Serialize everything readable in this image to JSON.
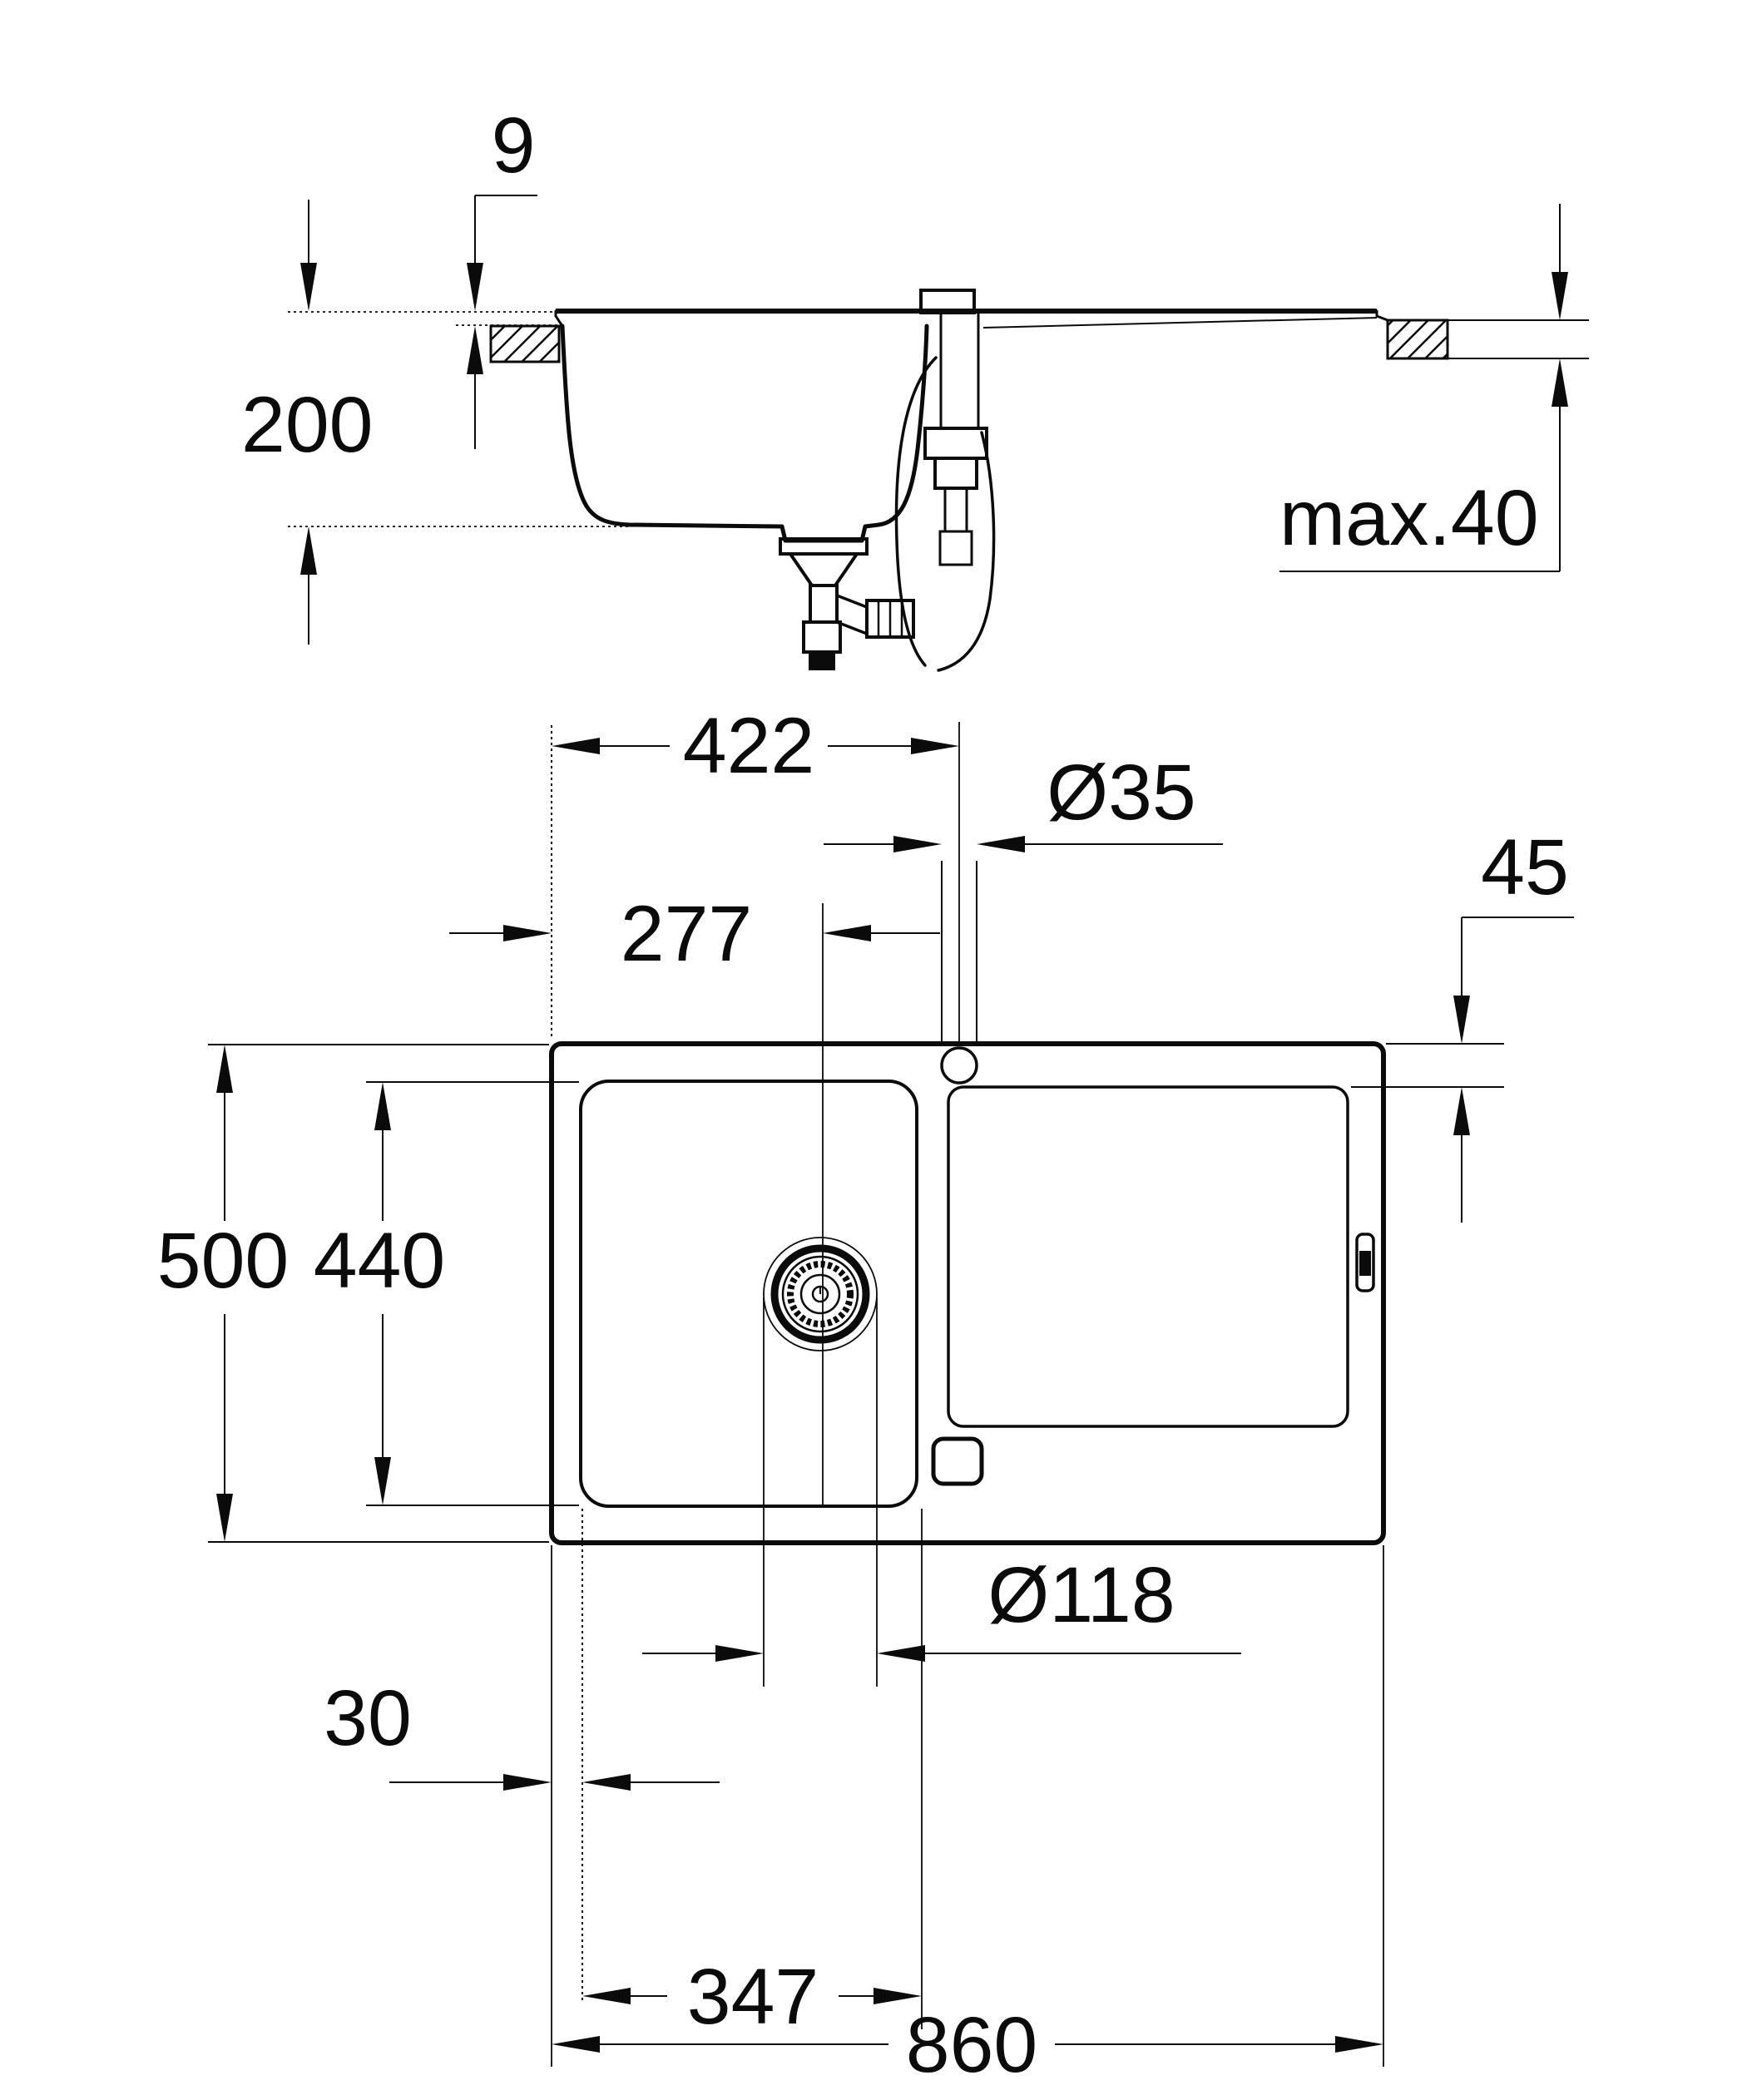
{
  "colors": {
    "ink": "#0b0b0b",
    "paper": "#ffffff"
  },
  "section_view": {
    "dims": {
      "rim_height": "9",
      "bowl_depth": "200",
      "countertop_thickness": "max.40"
    }
  },
  "plan_view": {
    "dims": {
      "tap_center_from_left": "422",
      "tap_hole_diameter": "Ø35",
      "rim_top_width": "45",
      "drain_center_from_left": "277",
      "overall_depth": "500",
      "bowl_inner_depth": "440",
      "drain_flange_diameter": "Ø118",
      "rim_side_width": "30",
      "bowl_inner_width": "347",
      "overall_width": "860"
    }
  }
}
